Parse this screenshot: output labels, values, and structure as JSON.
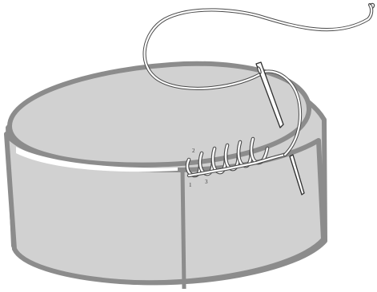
{
  "figure": {
    "step_labels": {
      "one": "1",
      "two": "2",
      "three": "3"
    }
  },
  "colors": {
    "fabric_fill": "#d1d1d1",
    "fabric_edge": "#8c8c8c",
    "thread": "#ffffff",
    "thread_outline": "#4a4a4a",
    "needle": "#ffffff",
    "needle_outline": "#2e2e2e"
  }
}
